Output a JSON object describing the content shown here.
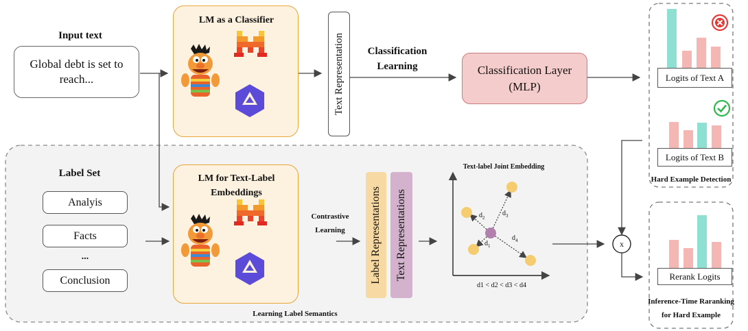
{
  "input": {
    "title": "Input text",
    "text": "Global debt is set to reach..."
  },
  "classifier": {
    "title": "LM as a Classifier",
    "text_representation": "Text Representation",
    "learning_label_line1": "Classification",
    "learning_label_line2": "Learning",
    "layer_line1": "Classification Layer",
    "layer_line2": "(MLP)"
  },
  "label_set": {
    "title": "Label Set",
    "items": [
      "Analyis",
      "Facts",
      "...",
      "Conclusion"
    ]
  },
  "embedding": {
    "title_line1": "LM for Text-Label",
    "title_line2": "Embeddings",
    "contrastive_line1": "Contrastive",
    "contrastive_line2": "Learning",
    "label_representations": "Label Representations",
    "text_representations": "Text Representations",
    "section_caption": "Learning Label Semantics"
  },
  "joint_embedding": {
    "title": "Text-label Joint Embedding",
    "d1": "d",
    "d1_sub": "1",
    "d2": "d",
    "d2_sub": "2",
    "d3": "d",
    "d3_sub": "3",
    "d4": "d",
    "d4_sub": "4",
    "ordering": "d1 < d2 < d3 < d4"
  },
  "hard_example": {
    "logits_a": "Logits of Text A",
    "logits_b": "Logits of Text B",
    "caption": "Hard Example Detection"
  },
  "rerank": {
    "multiply_symbol": "x",
    "logits": "Rerank Logits",
    "caption_line1": "Inference-Time Raranking",
    "caption_line2": "for Hard Example"
  },
  "colors": {
    "orange_panel_bg": "#fdf1df",
    "orange_panel_border": "#e8a53a",
    "mlp_bg": "#f5cccc",
    "mlp_border": "#c97a7a",
    "bar_pink": "#f5b7b3",
    "bar_teal": "#8ee0d2",
    "label_rep": "#f7d9a4",
    "text_rep": "#d4b2cd",
    "point_yellow": "#f5cc70",
    "point_purple": "#b180ad",
    "wrong": "#e53935",
    "right": "#2eb84b"
  }
}
